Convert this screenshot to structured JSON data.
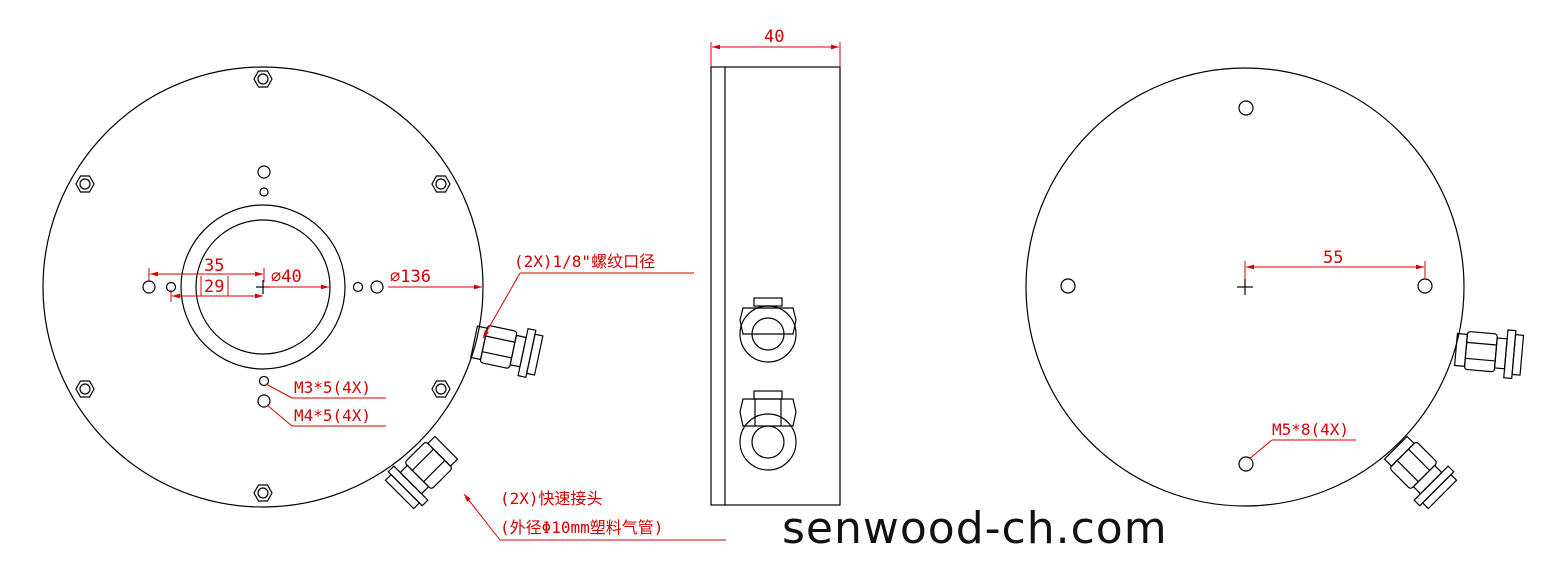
{
  "front_view": {
    "dim_35": "35",
    "dim_29": "29",
    "dim_d40": "⌀40",
    "dim_d136": "⌀136",
    "note_thread": "(2X)1/8\"螺纹口径",
    "note_m3": "M3*5(4X)",
    "note_m4": "M4*5(4X)",
    "note_fitting_1": "(2X)快速接头",
    "note_fitting_2": "(外径Φ10mm塑料气管)"
  },
  "side_view": {
    "dim_40": "40"
  },
  "back_view": {
    "dim_55": "55",
    "note_m5": "M5*8(4X)"
  },
  "watermark": "senwood-ch.com",
  "colors": {
    "line": "#000000",
    "dimension": "#d40000"
  }
}
